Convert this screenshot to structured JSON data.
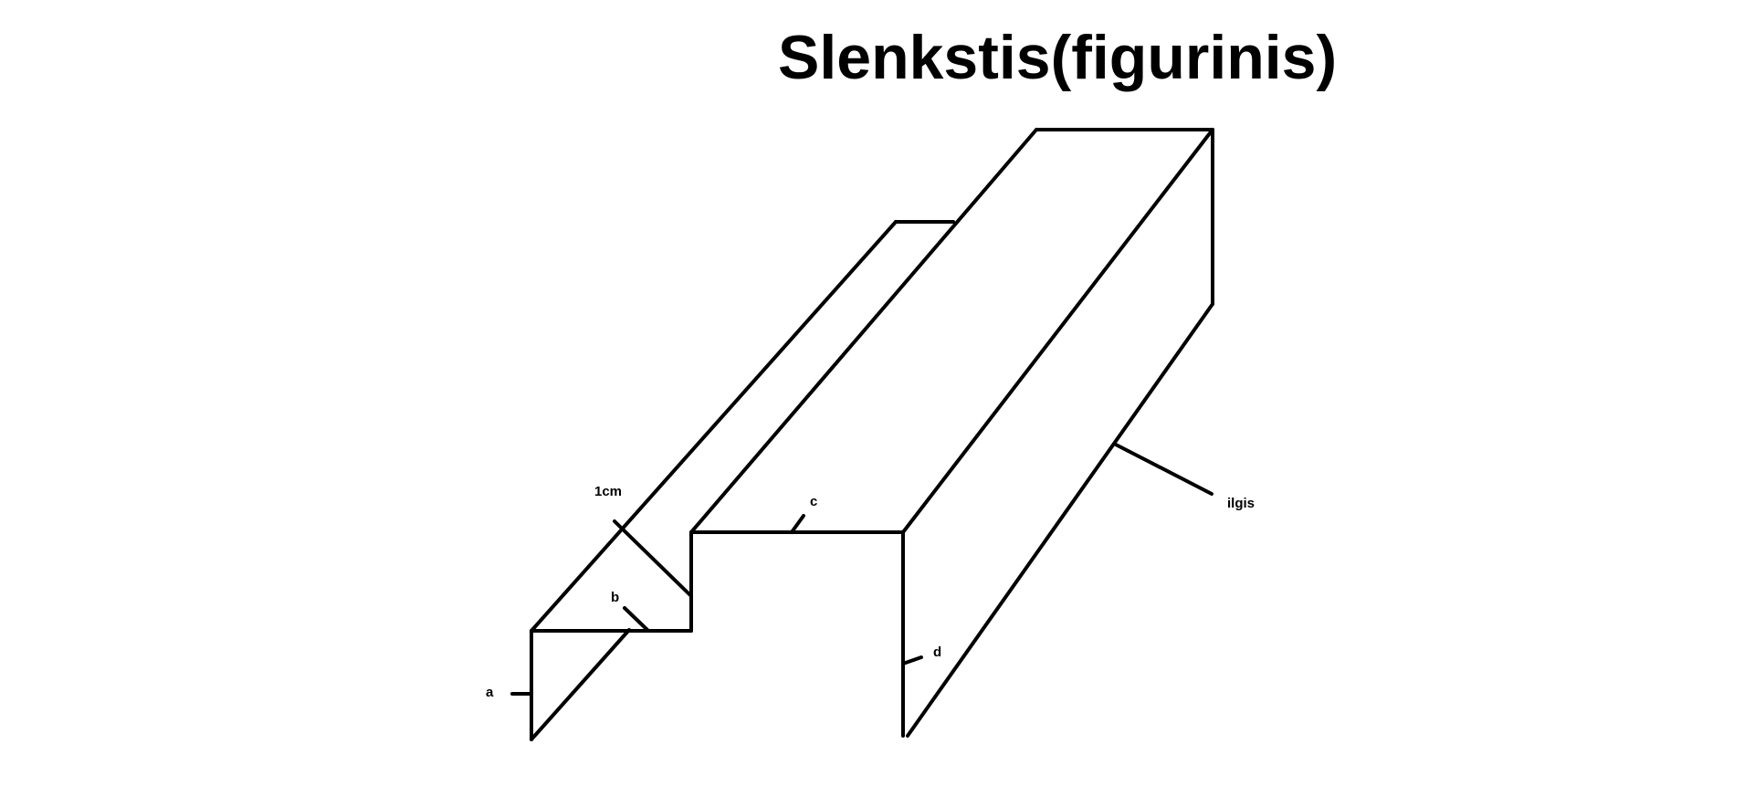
{
  "title": "Slenkstis(figurinis)",
  "labels": {
    "a": "a",
    "b": "b",
    "c": "c",
    "d": "d",
    "one_cm": "1cm",
    "length": "ilgis"
  }
}
